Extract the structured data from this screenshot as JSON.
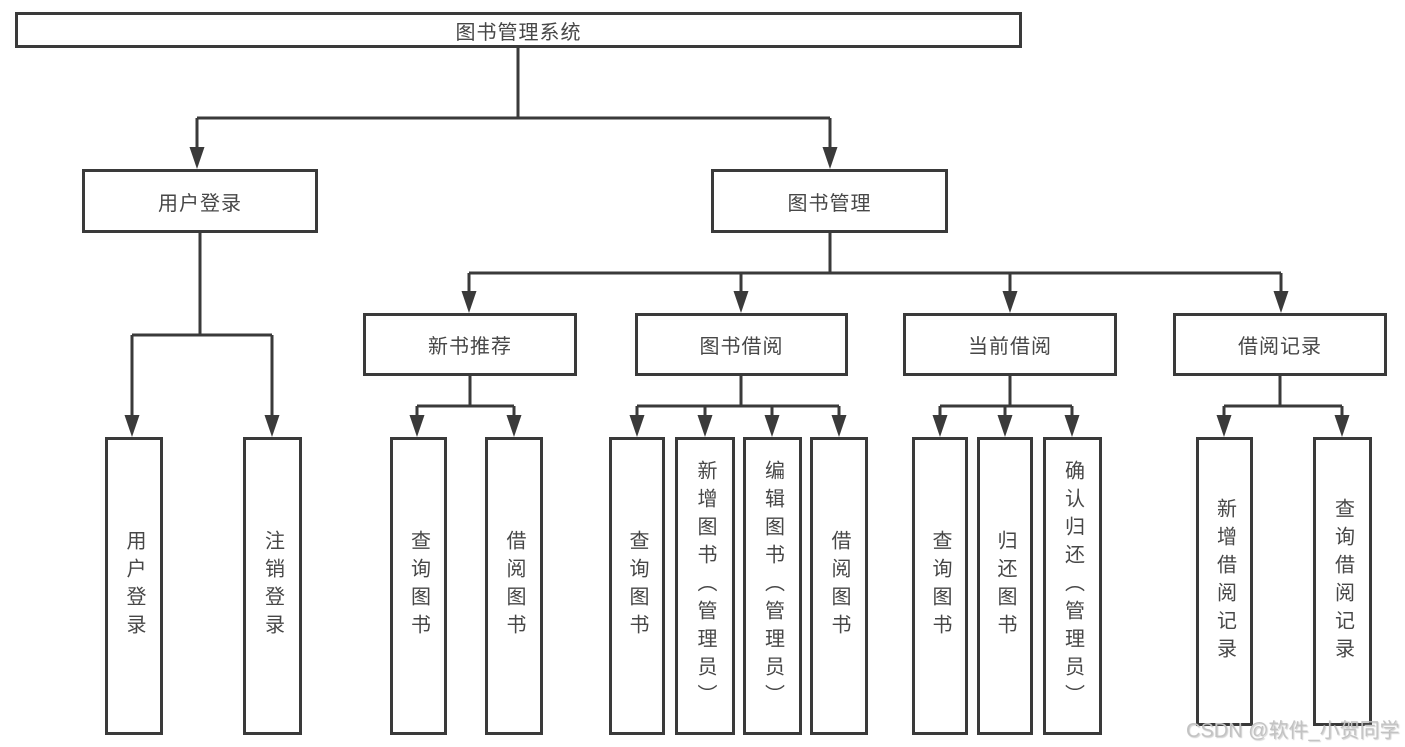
{
  "diagram": {
    "title": "图书管理系统",
    "level2": {
      "user_login": "用户登录",
      "book_mgmt": "图书管理"
    },
    "level3": {
      "new_book": "新书推荐",
      "book_borrow": "图书借阅",
      "current_borrow": "当前借阅",
      "borrow_records": "借阅记录"
    },
    "leaves": {
      "ul_login": "用户登录",
      "ul_logout": "注销登录",
      "nb_query": "查询图书",
      "nb_borrow": "借阅图书",
      "bb_query": "查询图书",
      "bb_add": "新增图书（管理员）",
      "bb_edit": "编辑图书（管理员）",
      "bb_borrow": "借阅图书",
      "cb_query": "查询图书",
      "cb_return": "归还图书",
      "cb_confirm": "确认归还（管理员）",
      "br_add": "新增借阅记录",
      "br_query": "查询借阅记录"
    }
  },
  "watermark": {
    "text": "CSDN @软件_小贺同学"
  },
  "colors": {
    "line": "#3a3a3a",
    "text": "#474747",
    "watermark": "#c3c3c3",
    "background": "#ffffff"
  }
}
